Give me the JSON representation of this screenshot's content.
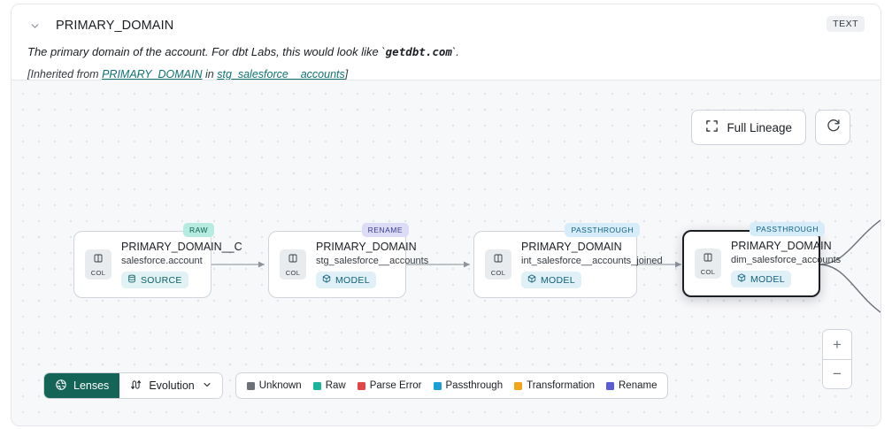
{
  "header": {
    "chevron_icon": "chevron-down-icon",
    "column_name": "PRIMARY_DOMAIN",
    "type_badge": "TEXT",
    "description_prefix": "The primary domain of the account. For dbt Labs, this would look like `",
    "description_code": "getdbt.com",
    "description_suffix": "`.",
    "inherited_prefix": "[Inherited from ",
    "inherited_link_1": "PRIMARY_DOMAIN",
    "inherited_middle": " in ",
    "inherited_link_2": "stg_salesforce__accounts",
    "inherited_suffix": "]"
  },
  "toolbar": {
    "full_lineage_label": "Full Lineage",
    "full_lineage_icon": "expand-icon",
    "refresh_icon": "refresh-icon"
  },
  "zoom_controls": {
    "zoom_in_label": "+",
    "zoom_out_label": "−"
  },
  "graph": {
    "nodes": [
      {
        "tag": "RAW",
        "tag_kind": "raw",
        "chip_label": "COL",
        "chip_icon": "columns-icon",
        "title": "PRIMARY_DOMAIN__C",
        "subtitle": "salesforce.account",
        "badge": "SOURCE",
        "badge_icon": "database-icon",
        "badge_kind": "source",
        "selected": false
      },
      {
        "tag": "RENAME",
        "tag_kind": "rename",
        "chip_label": "COL",
        "chip_icon": "columns-icon",
        "title": "PRIMARY_DOMAIN",
        "subtitle": "stg_salesforce__accounts",
        "badge": "MODEL",
        "badge_icon": "cube-icon",
        "badge_kind": "model",
        "selected": false
      },
      {
        "tag": "PASSTHROUGH",
        "tag_kind": "passthrough",
        "chip_label": "COL",
        "chip_icon": "columns-icon",
        "title": "PRIMARY_DOMAIN",
        "subtitle": "int_salesforce__accounts_joined",
        "badge": "MODEL",
        "badge_icon": "cube-icon",
        "badge_kind": "model",
        "selected": false
      },
      {
        "tag": "PASSTHROUGH",
        "tag_kind": "passthrough",
        "chip_label": "COL",
        "chip_icon": "columns-icon",
        "title": "PRIMARY_DOMAIN",
        "subtitle": "dim_salesforce_accounts",
        "badge": "MODEL",
        "badge_icon": "cube-icon",
        "badge_kind": "model",
        "selected": true
      }
    ]
  },
  "bottom_bar": {
    "lenses_label": "Lenses",
    "lenses_icon": "aperture-icon",
    "evolution_label": "Evolution",
    "evolution_icon": "evolution-icon",
    "evolution_caret_icon": "chevron-down-icon",
    "legend": [
      {
        "label": "Unknown",
        "color": "#6b7177"
      },
      {
        "label": "Raw",
        "color": "#18b59a"
      },
      {
        "label": "Parse Error",
        "color": "#e24646"
      },
      {
        "label": "Passthrough",
        "color": "#1a9fd6"
      },
      {
        "label": "Transformation",
        "color": "#f2a51a"
      },
      {
        "label": "Rename",
        "color": "#5b5bd6"
      }
    ]
  }
}
